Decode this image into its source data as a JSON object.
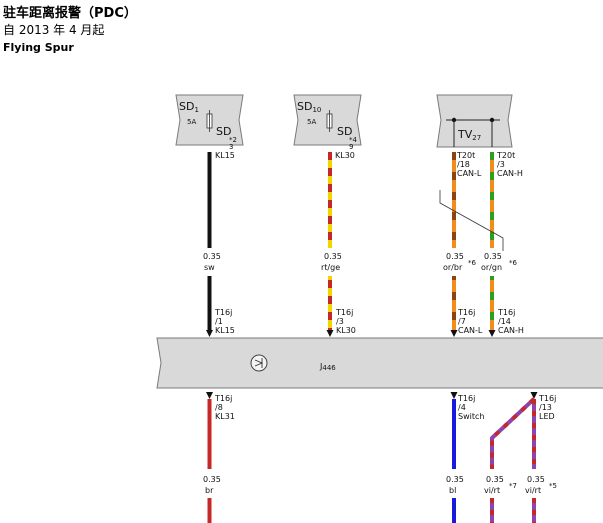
{
  "header": {
    "title": "驻车距离报警（PDC）",
    "subtitle": "自 2013 年 4 月起",
    "model": "Flying Spur"
  },
  "colors": {
    "black": "#111111",
    "red": "#c62828",
    "yellow": "#f2d600",
    "orange": "#f28c1a",
    "brown": "#8b4513",
    "green": "#2e9e1f",
    "blue": "#1a1adc",
    "violet": "#8e44ad",
    "box_fill": "#d9d9d9",
    "box_stroke": "#7a7a7a"
  },
  "fuse1": {
    "name": "SD",
    "sub": "1",
    "rating": "5A",
    "tag": "SD",
    "pin": "*2",
    "pin2": "3",
    "terminal": "KL15"
  },
  "fuse2": {
    "name": "SD",
    "sub": "10",
    "rating": "5A",
    "tag": "SD",
    "pin": "*4",
    "pin2": "9",
    "terminal": "KL30"
  },
  "tv": {
    "name": "TV",
    "sub": "27"
  },
  "tv_conn": {
    "left": {
      "conn": "T20t",
      "pin": "/18",
      "sig": "CAN-L"
    },
    "right": {
      "conn": "T20t",
      "pin": "/3",
      "sig": "CAN-H"
    }
  },
  "wires_top": [
    {
      "size": "0.35",
      "color": "sw"
    },
    {
      "size": "0.35",
      "color": "rt/ge"
    },
    {
      "size": "0.35",
      "color": "or/br",
      "note": "*6"
    },
    {
      "size": "0.35",
      "color": "or/gn",
      "note": "*6"
    }
  ],
  "ecu_conn_top": [
    {
      "conn": "T16j",
      "pin": "/1",
      "sig": "KL15"
    },
    {
      "conn": "T16j",
      "pin": "/3",
      "sig": "KL30"
    },
    {
      "conn": "T16j",
      "pin": "/7",
      "sig": "CAN-L"
    },
    {
      "conn": "T16j",
      "pin": "/14",
      "sig": "CAN-H"
    }
  ],
  "ecu": {
    "name": "J",
    "sub": "446"
  },
  "ecu_conn_bottom": [
    {
      "conn": "T16j",
      "pin": "/8",
      "sig": "KL31"
    },
    {
      "conn": "T16j",
      "pin": "/4",
      "sig": "Switch"
    },
    {
      "conn": "T16j",
      "pin": "/13",
      "sig": "LED"
    }
  ],
  "wires_bottom": [
    {
      "size": "0.35",
      "color": "br"
    },
    {
      "size": "0.35",
      "color": "bl"
    },
    {
      "size": "0.35",
      "color": "vi/rt",
      "note": "*7"
    },
    {
      "size": "0.35",
      "color": "vi/rt",
      "note": "*5"
    }
  ]
}
